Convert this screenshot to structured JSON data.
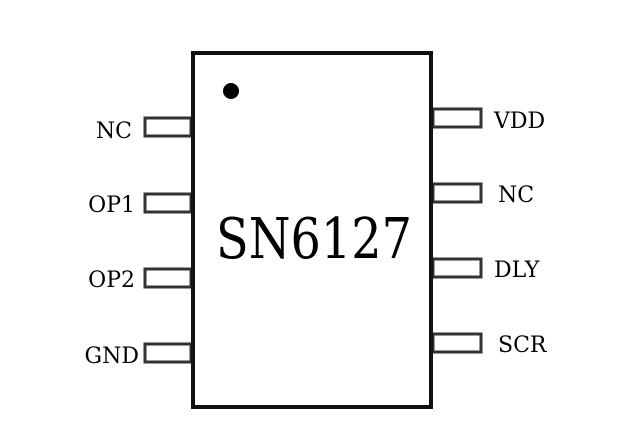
{
  "chip": {
    "name": "SN6127"
  },
  "pins": {
    "left": [
      "NC",
      "OP1",
      "OP2",
      "GND"
    ],
    "right": [
      "VDD",
      "NC",
      "DLY",
      "SCR"
    ]
  }
}
